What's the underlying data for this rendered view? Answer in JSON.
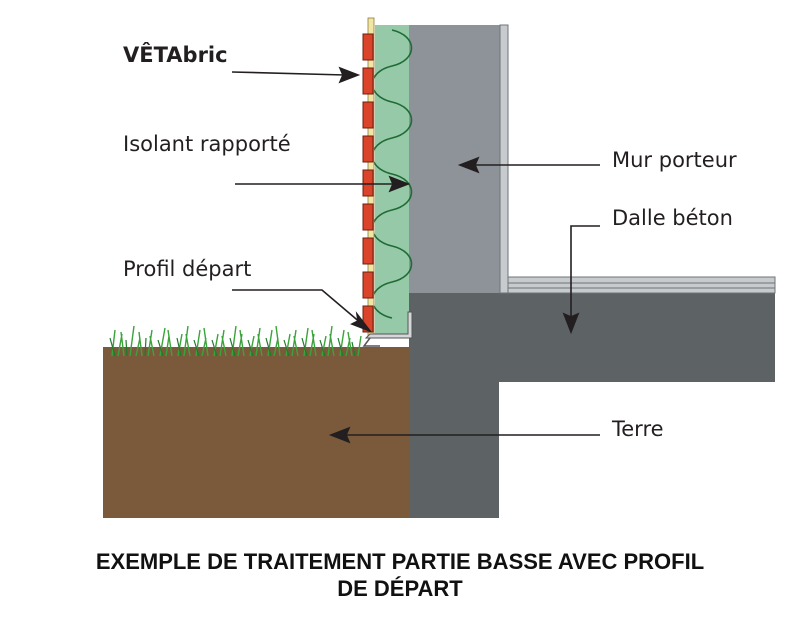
{
  "labels": {
    "vetabric": "VÊTAbric",
    "isolant": "Isolant rapporté",
    "profil": "Profil départ",
    "mur": "Mur porteur",
    "dalle": "Dalle béton",
    "terre": "Terre"
  },
  "caption": {
    "line1": "EXEMPLE DE TRAITEMENT PARTIE BASSE AVEC PROFIL",
    "line2": "DE DÉPART"
  },
  "colors": {
    "earth": "#7b5a3c",
    "wall": "#8d9398",
    "foundation": "#5d6265",
    "slab": "#5d6265",
    "insulation": "#96c9a8",
    "brick": "#d9442a",
    "grass": "#3aa33a"
  }
}
